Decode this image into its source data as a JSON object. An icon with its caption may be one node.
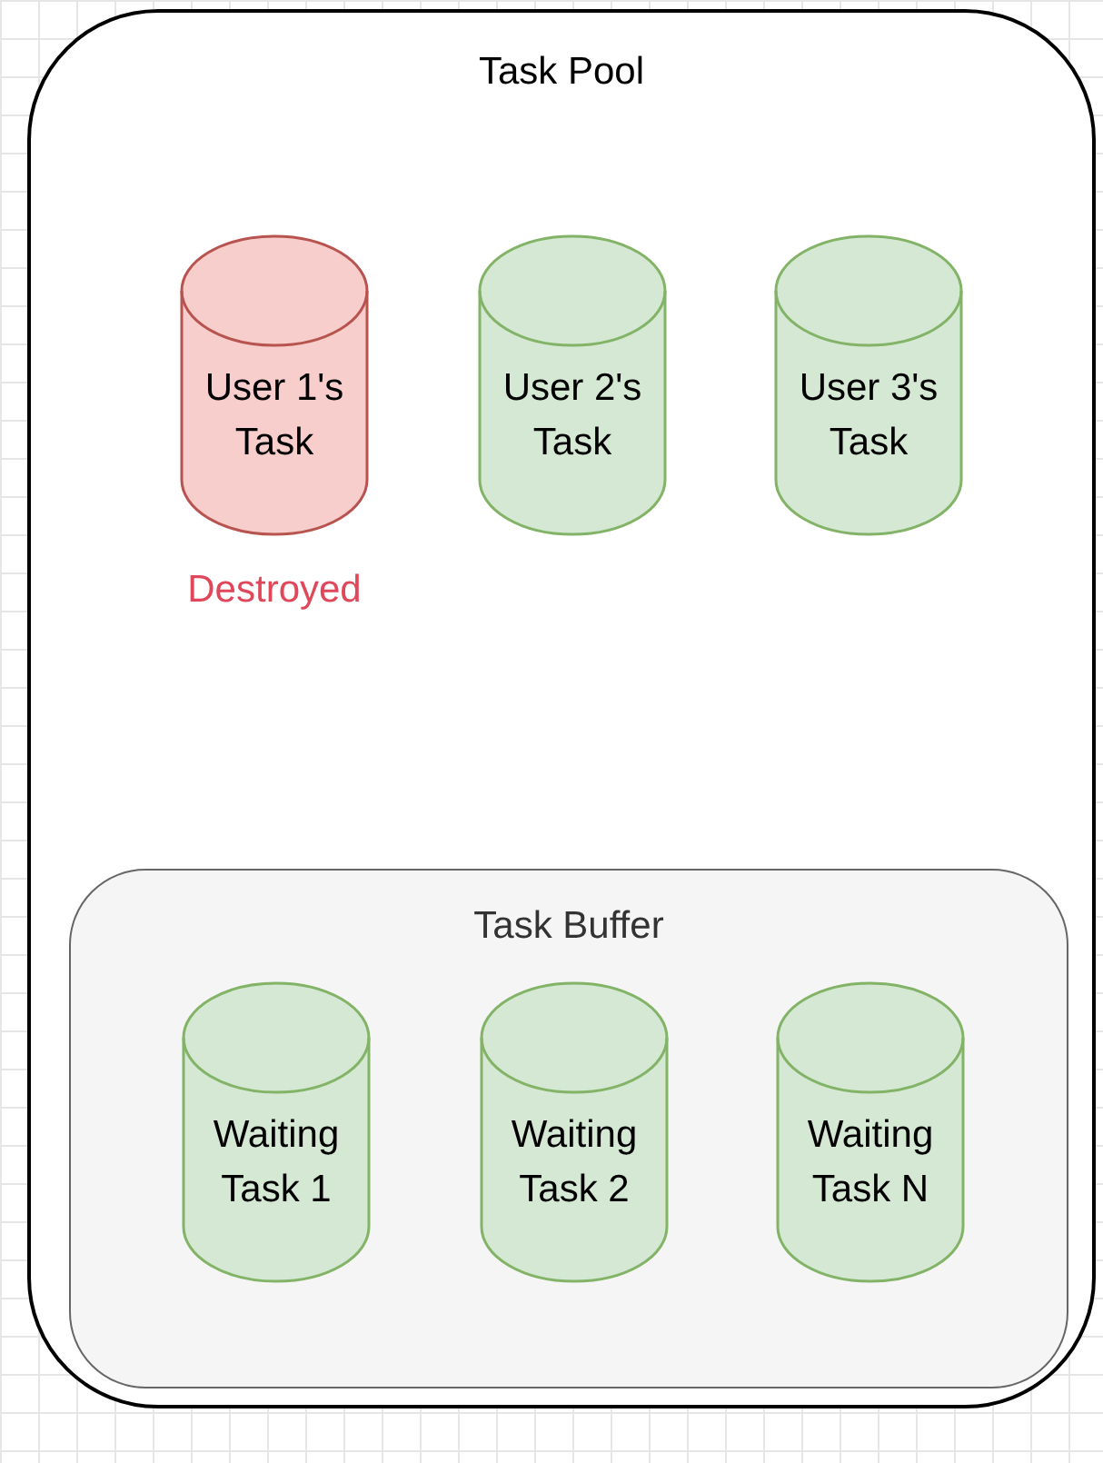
{
  "diagram": {
    "nodes": [
      {
        "text": [
          "Task Pool"
        ]
      },
      {
        "text": [
          "User 1's Task"
        ],
        "in": 0,
        "beside": [
          "Destroyed"
        ]
      },
      {
        "text": [
          "User 2's Task"
        ],
        "in": 0
      },
      {
        "text": [
          "User 3's Task"
        ],
        "in": 0
      },
      {
        "text": [
          "Task Buffer"
        ],
        "in": 0
      },
      {
        "text": [
          "Waiting Task 1"
        ],
        "in": 4
      },
      {
        "text": [
          "Waiting Task 2"
        ],
        "in": 4
      },
      {
        "text": [
          "Waiting Task N"
        ],
        "in": 4
      }
    ]
  }
}
